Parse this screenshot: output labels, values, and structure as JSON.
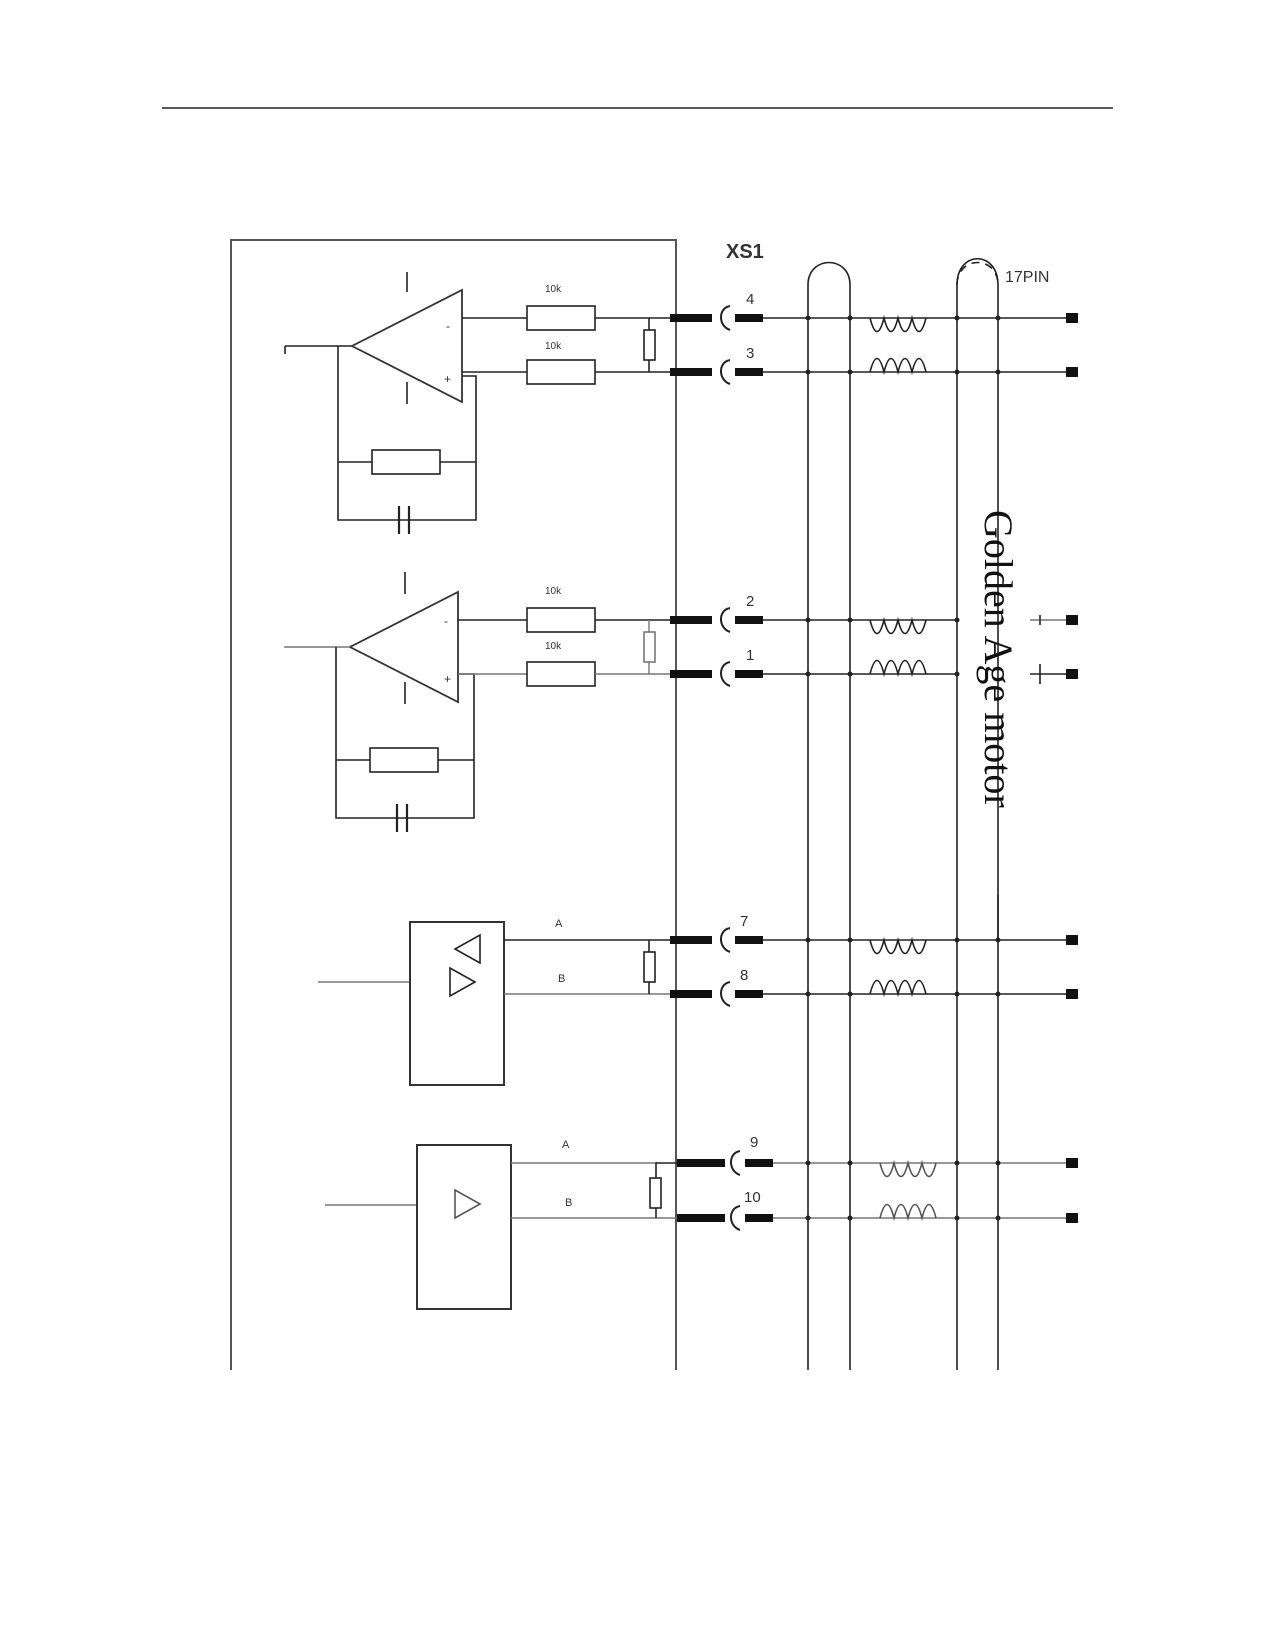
{
  "connector": {
    "name": "XS1",
    "pin_count_label": "17PIN"
  },
  "motor_label": "Golden Age motor",
  "resistor_value": "10k",
  "opamp_input_signs": {
    "minus": "-",
    "plus": "+"
  },
  "channels": [
    {
      "id": "ch1",
      "pins": [
        "4",
        "3"
      ]
    },
    {
      "id": "ch2",
      "pins": [
        "2",
        "1"
      ]
    },
    {
      "id": "ch3",
      "pins": [
        "7",
        "8"
      ],
      "line_labels": [
        "A",
        "B"
      ]
    },
    {
      "id": "ch4",
      "pins": [
        "9",
        "10"
      ],
      "line_labels": [
        "A",
        "B"
      ]
    }
  ]
}
